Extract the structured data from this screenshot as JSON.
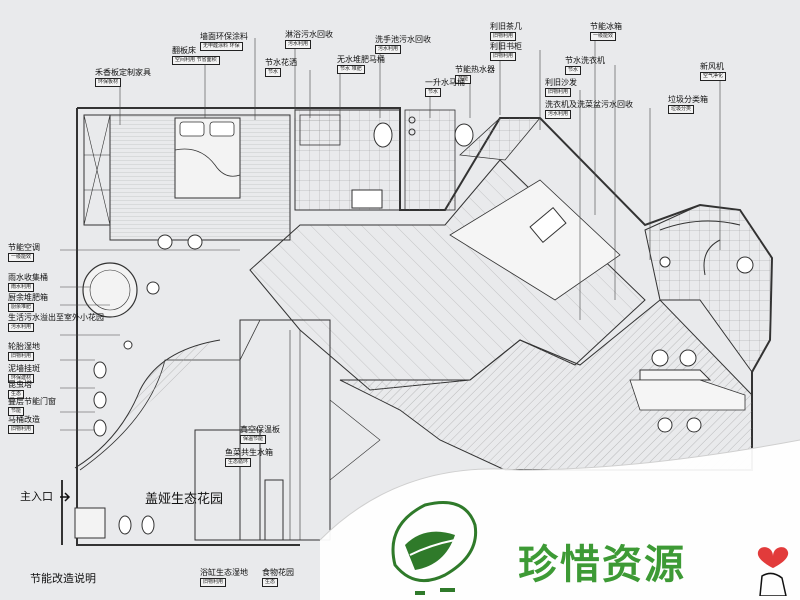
{
  "labels": {
    "main_entrance": "主入口",
    "garden": "盖娅生态花园",
    "caption": "节能改造说明",
    "slogan": "珍惜资源"
  },
  "callouts": [
    {
      "id": "wall-paint",
      "title": "墙面环保涂料",
      "tag": "无甲醛涂料 环保"
    },
    {
      "id": "folding-bed",
      "title": "翻板床",
      "tag": "空间利用 节省面积"
    },
    {
      "id": "rice-straw",
      "title": "禾香板定制家具",
      "tag": "环保板材"
    },
    {
      "id": "shower-reuse",
      "title": "淋浴污水回收",
      "tag": "污水利用"
    },
    {
      "id": "water-faucet",
      "title": "节水花洒",
      "tag": "节水"
    },
    {
      "id": "waterless-toilet",
      "title": "无水堆肥马桶",
      "tag": "节水 堆肥"
    },
    {
      "id": "basin-reuse",
      "title": "洗手池污水回收",
      "tag": "污水利用"
    },
    {
      "id": "water-heater",
      "title": "节能热水器",
      "tag": "节能"
    },
    {
      "id": "one-liter-toilet",
      "title": "一升水马桶",
      "tag": "节水"
    },
    {
      "id": "old-teatable",
      "title": "利旧茶几",
      "tag": "旧物利用"
    },
    {
      "id": "old-cabinet",
      "title": "利旧书柜",
      "tag": "旧物利用"
    },
    {
      "id": "fridge",
      "title": "节能冰箱",
      "tag": "一级能效"
    },
    {
      "id": "water-saving-washer",
      "title": "节水洗衣机",
      "tag": "节水"
    },
    {
      "id": "old-sofa",
      "title": "利旧沙发",
      "tag": "旧物利用"
    },
    {
      "id": "washer-reuse",
      "title": "洗衣机及洗菜盆污水回收",
      "tag": "污水利用"
    },
    {
      "id": "fresh-air",
      "title": "新风机",
      "tag": "空气净化"
    },
    {
      "id": "waste-sorting",
      "title": "垃圾分类箱",
      "tag": "垃圾分类"
    },
    {
      "id": "ac",
      "title": "节能空调",
      "tag": "一级能效"
    },
    {
      "id": "rain-barrel",
      "title": "雨水收集桶",
      "tag": "雨水利用"
    },
    {
      "id": "composter",
      "title": "厨余堆肥箱",
      "tag": "厨余堆肥"
    },
    {
      "id": "overflow",
      "title": "生活污水溢出至室外小花园",
      "tag": "污水利用"
    },
    {
      "id": "tyre-pond",
      "title": "轮胎湿地",
      "tag": "旧物利用"
    },
    {
      "id": "mud-brick",
      "title": "泥墙挂斑",
      "tag": "环保建材"
    },
    {
      "id": "insect-tower",
      "title": "昆虫塔",
      "tag": "生态"
    },
    {
      "id": "sliding-window",
      "title": "叠层节能门窗",
      "tag": "节能"
    },
    {
      "id": "stair-garden",
      "title": "马桶改造",
      "tag": "旧物利用"
    },
    {
      "id": "vacuum-board",
      "title": "真空保温板",
      "tag": "保温节能"
    },
    {
      "id": "fish-veg",
      "title": "鱼菜共生水箱",
      "tag": "生态循环"
    },
    {
      "id": "bath-wetland",
      "title": "浴缸生态湿地",
      "tag": "旧物利用"
    },
    {
      "id": "food-garden",
      "title": "食物花园",
      "tag": "生态"
    }
  ],
  "colors": {
    "accent": "#3d9a35",
    "heart": "#e23b3b",
    "line": "#333333",
    "background": "#e9eaec"
  }
}
